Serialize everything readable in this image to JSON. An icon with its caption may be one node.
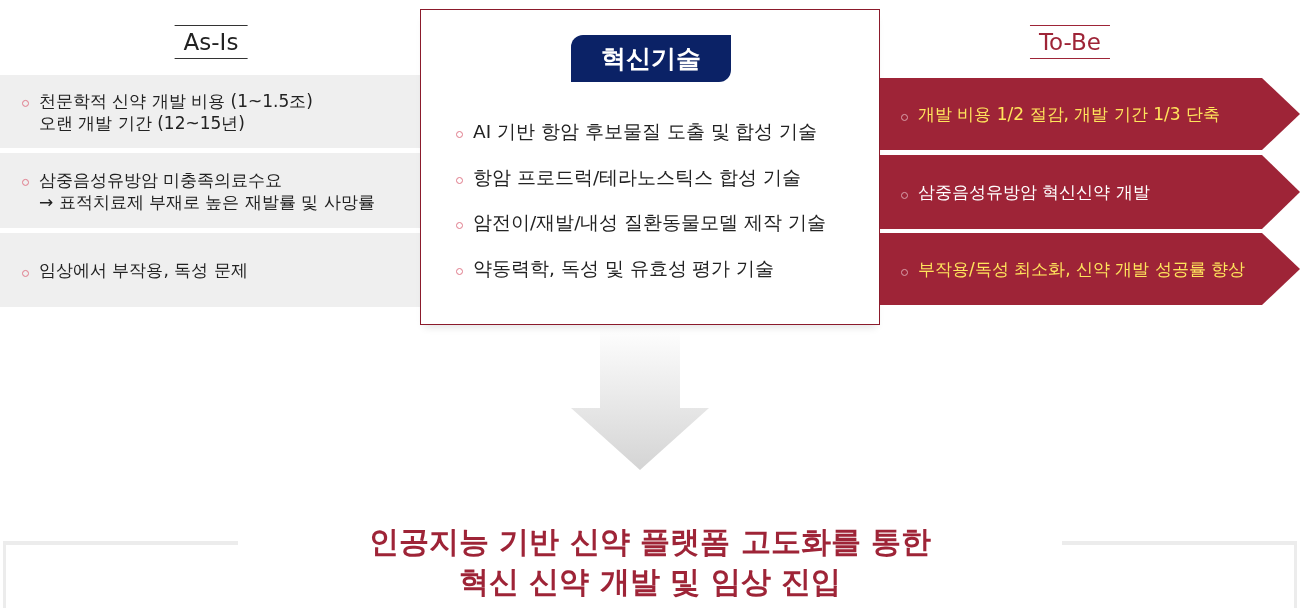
{
  "diagram": {
    "nodes": [
      {
        "text": [
          "천문학적 신약 개발 비용 (1~1.5조) 오랜 개발 기간 (12~15년)"
        ]
      },
      {
        "text": [
          "삼중음성유방암 미충족의료수요 → 표적치료제 부재로 높은 재발률 및 사망률"
        ]
      },
      {
        "text": [
          "임상에서 부작용, 독성 문제"
        ]
      },
      {
        "text": [
          "혁신기술",
          "AI 기반 항암 후보물질 도출 및 합성 기술",
          "항암 프로드럭/테라노스틱스 합성 기술",
          "암전이/재발/내성 질환동물모델 제작 기술",
          "약동력학, 독성 및 유효성 평가 기술"
        ]
      },
      {
        "text": [
          "개발 비용 1/2 절감, 개발 기간 1/3 단축"
        ]
      },
      {
        "text": [
          "삼중음성유방암 혁신신약 개발"
        ]
      },
      {
        "text": [
          "부작용/독성 최소화, 신약 개발 성공률 향상"
        ]
      },
      {
        "text": [
          "인공지능 기반 신약 플랫폼 고도화를 통한 혁신 신약 개발 및 임상 진입"
        ]
      }
    ],
    "edges": [
      {
        "from": 3,
        "to": 7,
        "arrow": "to"
      }
    ],
    "labels": [
      "As-Is",
      "To-Be"
    ]
  }
}
